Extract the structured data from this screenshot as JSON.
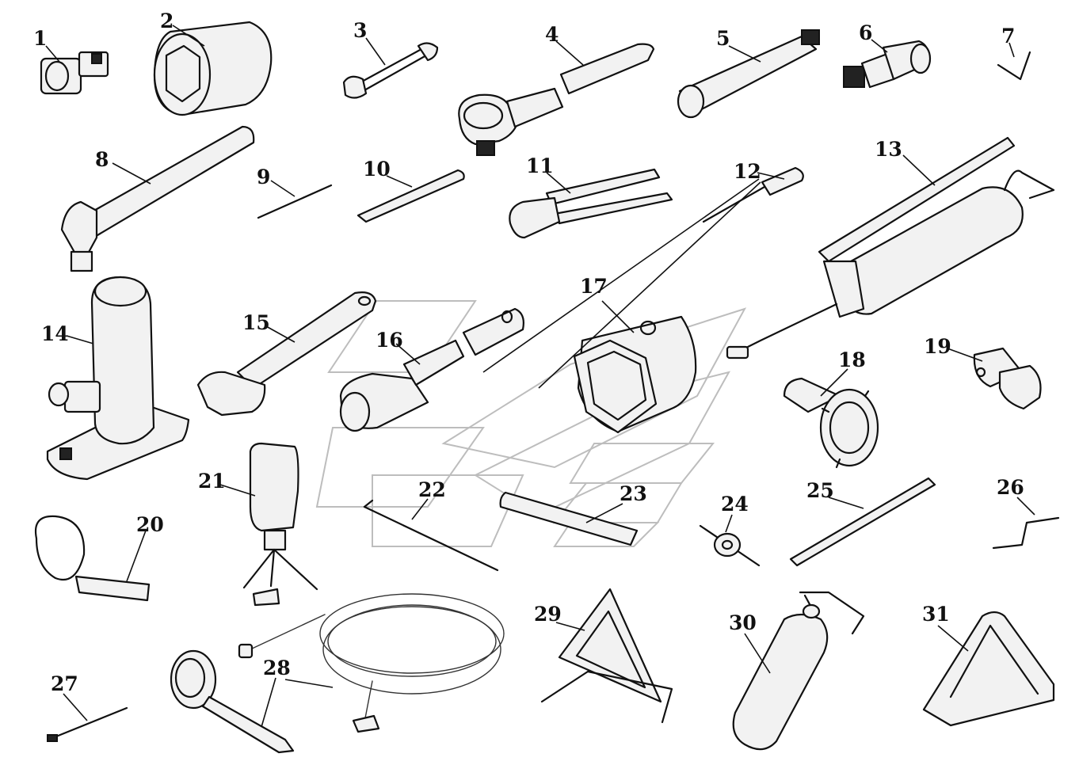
{
  "figure": {
    "callouts": [
      "1",
      "2",
      "3",
      "4",
      "5",
      "6",
      "7",
      "8",
      "9",
      "10",
      "11",
      "12",
      "13",
      "14",
      "15",
      "16",
      "17",
      "18",
      "19",
      "20",
      "21",
      "22",
      "23",
      "24",
      "25",
      "26",
      "27",
      "28",
      "29",
      "30",
      "31"
    ]
  }
}
